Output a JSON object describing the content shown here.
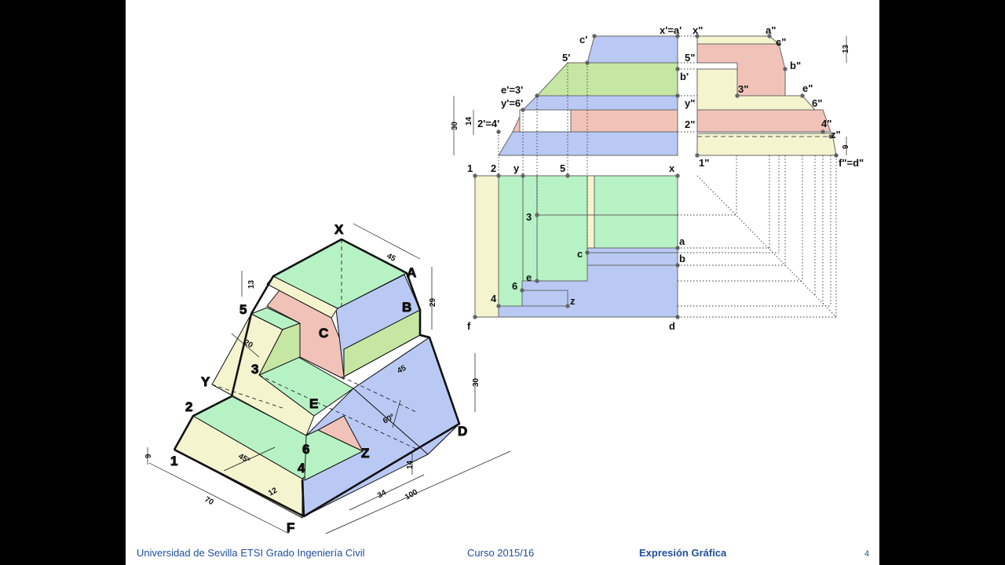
{
  "footer": {
    "institution": "Universidad de Sevilla  ETSI Grado Ingeniería Civil",
    "course": "Curso 2015/16",
    "subject": "Expresión Gráfica",
    "page": "4"
  },
  "colors": {
    "green": "#b7f2c4",
    "blue": "#b9c9f4",
    "pink": "#f1c3b8",
    "yellow": "#f4f4cf",
    "olive": "#c6e6a3"
  },
  "iso": {
    "labels": {
      "X": "X",
      "A": "A",
      "B": "B",
      "C": "C",
      "D": "D",
      "E": "E",
      "F": "F",
      "Y": "Y",
      "Z": "Z",
      "n1": "1",
      "n2": "2",
      "n3": "3",
      "n4": "4",
      "n5": "5",
      "n6": "6"
    },
    "dims": {
      "d45top": "45",
      "d13": "13",
      "d29": "29",
      "d20": "20",
      "d45mid": "45",
      "d30": "30",
      "d60": "60º",
      "d9": "9",
      "d45deg": "45º",
      "d70": "70",
      "d12": "12",
      "d34": "34",
      "d14": "14",
      "d100": "100"
    }
  },
  "front": {
    "labels": {
      "c": "c'",
      "x": "x'=a'",
      "n5": "5'",
      "b": "b'",
      "e": "e'=3'",
      "y": "y'=6'",
      "n2": "2'=4'"
    },
    "dims": {
      "d30": "30",
      "d14": "14"
    }
  },
  "side": {
    "labels": {
      "x": "x\"",
      "a": "a\"",
      "c": "c\"",
      "n5": "5\"",
      "b": "b\"",
      "n3": "3\"",
      "e": "e\"",
      "y": "y\"",
      "n6": "6\"",
      "n2": "2\"",
      "n4": "4\"",
      "z": "z\"",
      "n1": "1\"",
      "f": "f\"=d\""
    },
    "dims": {
      "d13": "13",
      "d9": "9"
    }
  },
  "plan": {
    "labels": {
      "n1": "1",
      "n2": "2",
      "y": "y",
      "n5": "5",
      "x": "x",
      "n3": "3",
      "a": "a",
      "c": "c",
      "b": "b",
      "n6": "6",
      "e": "e",
      "n4": "4",
      "z": "z",
      "f": "f",
      "d": "d"
    }
  }
}
